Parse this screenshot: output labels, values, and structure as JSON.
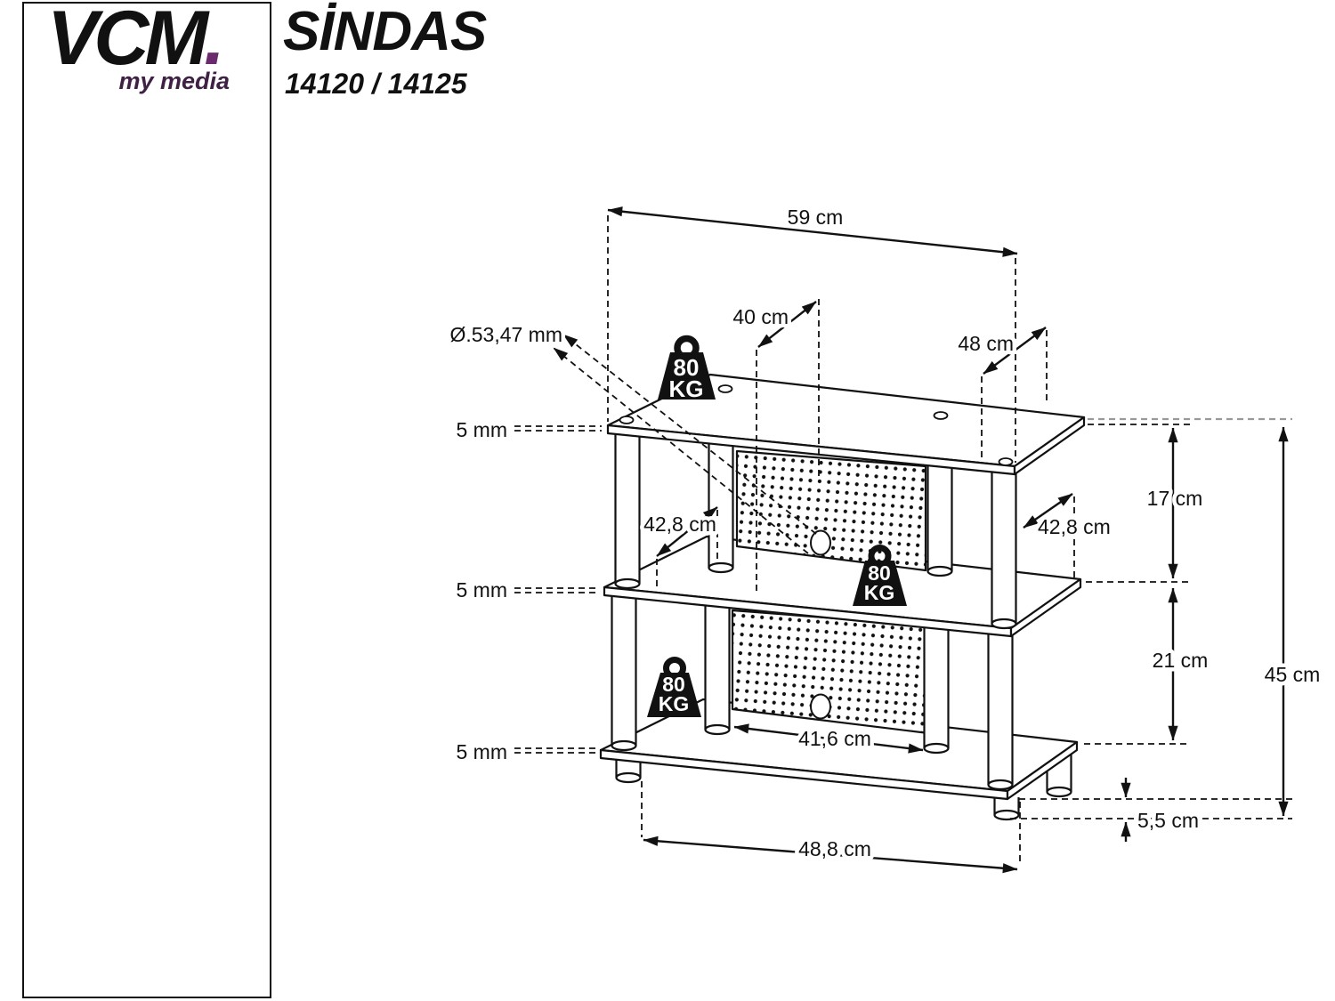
{
  "sidebar": {
    "brand": "VCM",
    "brand_dot": ".",
    "tagline": "my media"
  },
  "header": {
    "product_name": "SİNDAS",
    "model_numbers": "14120 / 14125"
  },
  "colors": {
    "line": "#111111",
    "accent_purple": "#6b2a6d",
    "tagline_purple": "#3f2144",
    "dash_gray": "#999999"
  },
  "weight_badges": [
    {
      "line1": "80",
      "line2": "KG"
    },
    {
      "line1": "80",
      "line2": "KG"
    },
    {
      "line1": "80",
      "line2": "KG"
    }
  ],
  "dimensions": {
    "top_width": "59 cm",
    "top_depth_mid": "40 cm",
    "top_depth_right": "48 cm",
    "leg_diameter": "Ø.53,47 mm",
    "thickness_labels": [
      "5 mm",
      "5 mm",
      "5 mm"
    ],
    "clear_depth_left": "42,8 cm",
    "clear_depth_right": "42,8 cm",
    "clear_height_upper": "17 cm",
    "clear_height_lower": "21 cm",
    "total_height": "45 cm",
    "clear_width_inner": "41,6 cm",
    "leg_span_bottom": "48,8 cm",
    "foot_height": "5,5 cm"
  }
}
